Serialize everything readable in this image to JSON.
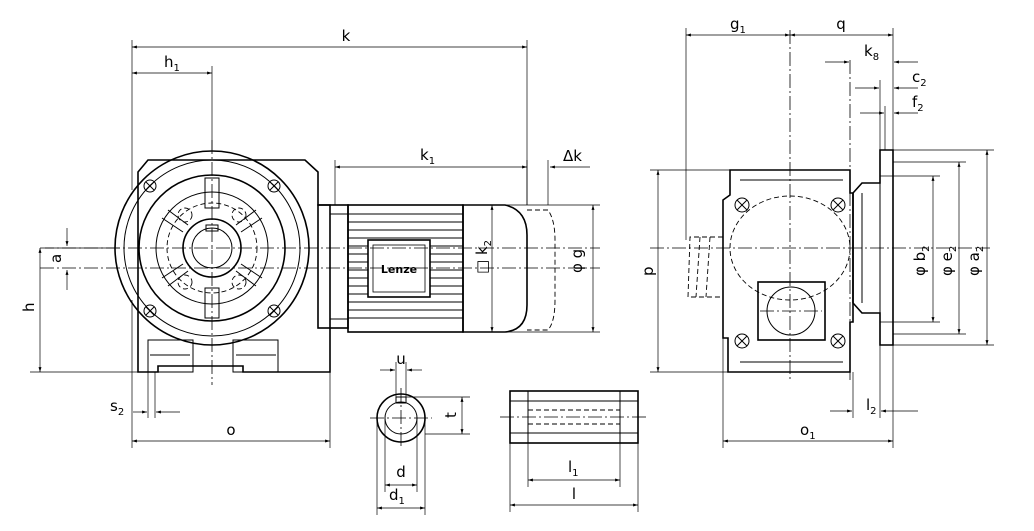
{
  "dimensions": {
    "k": "k",
    "h1": {
      "base": "h",
      "sub": "1"
    },
    "k1": {
      "base": "k",
      "sub": "1"
    },
    "delta_k": "Δk",
    "a": "a",
    "h": "h",
    "k2": {
      "base": "□ k",
      "sub": "2"
    },
    "g": "φ g",
    "s2": {
      "base": "s",
      "sub": "2"
    },
    "o": "o",
    "u": "u",
    "t": "t",
    "d": "d",
    "d1": {
      "base": "d",
      "sub": "1"
    },
    "l1": {
      "base": "l",
      "sub": "1"
    },
    "l": "l",
    "g1": {
      "base": "g",
      "sub": "1"
    },
    "q": "q",
    "k8": {
      "base": "k",
      "sub": "8"
    },
    "c2": {
      "base": "c",
      "sub": "2"
    },
    "f2": {
      "base": "f",
      "sub": "2"
    },
    "p": "p",
    "b2": {
      "base": "φ b",
      "sub": "2"
    },
    "e2": {
      "base": "φ e",
      "sub": "2"
    },
    "a2": {
      "base": "φ a",
      "sub": "2"
    },
    "l2": {
      "base": "l",
      "sub": "2"
    },
    "o1": {
      "base": "o",
      "sub": "1"
    }
  },
  "motor_label": "Lenze"
}
